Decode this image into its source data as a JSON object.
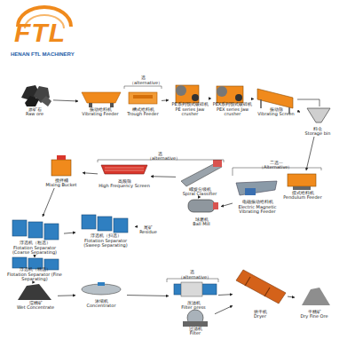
{
  "diagram": {
    "nodes": [
      {
        "text": [
          "原矿石",
          "Raw ore"
        ]
      },
      {
        "text": [
          "振动给料机",
          "Vibrating Feeder"
        ]
      },
      {
        "text": [
          "槽式给料机",
          "Trough Feeder"
        ]
      },
      {
        "text": [
          "PE系列颚式破碎机",
          "PE series Jaw crusher"
        ]
      },
      {
        "text": [
          "PEX系列颚式破碎机",
          "PEX series Jaw crusher"
        ]
      },
      {
        "text": [
          "振动筛",
          "Vibrating Screen"
        ]
      },
      {
        "text": [
          "料仓",
          "Storage bin"
        ]
      },
      {
        "text": [
          "摆式给料机",
          "Pendulum Feeder"
        ]
      },
      {
        "text": [
          "电磁振动给料机",
          "Electric Magnetic Vibrating Feeder"
        ]
      },
      {
        "text": [
          "球磨机",
          "Ball Mill"
        ]
      },
      {
        "text": [
          "螺旋分级机",
          "Spiral Classifier"
        ]
      },
      {
        "text": [
          "高频筛",
          "High Frequency Screen"
        ]
      },
      {
        "text": [
          "搅拌桶",
          "Mixing Bucket"
        ]
      },
      {
        "text": [
          "浮选机（粗选）",
          "Flotation Separator (Coarse Separating)"
        ]
      },
      {
        "text": [
          "浮选机（扫选）",
          "Flotation Separator (Sweep Separating)"
        ]
      },
      {
        "text": [
          "尾矿",
          "Residue"
        ]
      },
      {
        "text": [
          "浮选机（精选）",
          "Flotation Separator (Fine Separating)"
        ]
      },
      {
        "text": [
          "湿精矿",
          "Wet Concentrate"
        ]
      },
      {
        "text": [
          "浓缩机",
          "Concentrator"
        ]
      },
      {
        "text": [
          "压滤机",
          "Filter press"
        ]
      },
      {
        "text": [
          "过滤机",
          "Filter"
        ]
      },
      {
        "text": [
          "烘干机",
          "Dryer"
        ]
      },
      {
        "text": [
          "干精矿",
          "Dry Fine Ore"
        ]
      }
    ],
    "edges": [
      {
        "from": 0,
        "to": 1,
        "arrow": "to"
      },
      {
        "from": 2,
        "to": 3,
        "arrow": "to"
      },
      {
        "from": 3,
        "to": 4,
        "arrow": "to"
      },
      {
        "from": 4,
        "to": 5,
        "arrow": "to"
      },
      {
        "from": 5,
        "to": 6,
        "arrow": "to"
      },
      {
        "from": 6,
        "to": 7,
        "arrow": "to"
      },
      {
        "from": 8,
        "to": 9,
        "arrow": "to"
      },
      {
        "from": 9,
        "to": 10,
        "arrow": "to"
      },
      {
        "from": 10,
        "to": 11,
        "arrow": "to"
      },
      {
        "from": 11,
        "to": 12,
        "arrow": "to"
      },
      {
        "from": 12,
        "to": 13,
        "arrow": "to"
      },
      {
        "from": 13,
        "to": 14,
        "arrow": "to"
      },
      {
        "from": 14,
        "to": 15,
        "arrow": "to"
      },
      {
        "from": 13,
        "to": 16,
        "arrow": "to"
      },
      {
        "from": 16,
        "to": 17,
        "arrow": "to"
      },
      {
        "from": 17,
        "to": 18,
        "arrow": "to"
      },
      {
        "from": 18,
        "to": 19,
        "arrow": "to"
      },
      {
        "from": 19,
        "to": 21,
        "arrow": "to"
      },
      {
        "from": 20,
        "to": 21,
        "arrow": "to"
      },
      {
        "from": 21,
        "to": 22,
        "arrow": "to"
      }
    ],
    "labels": [
      "FTL",
      "HENAN FTL MACHINERY",
      "选",
      "（alternative）",
      "选",
      "（alternative）",
      "二选一",
      "（Alternative）",
      "选",
      "（alternative）"
    ]
  }
}
